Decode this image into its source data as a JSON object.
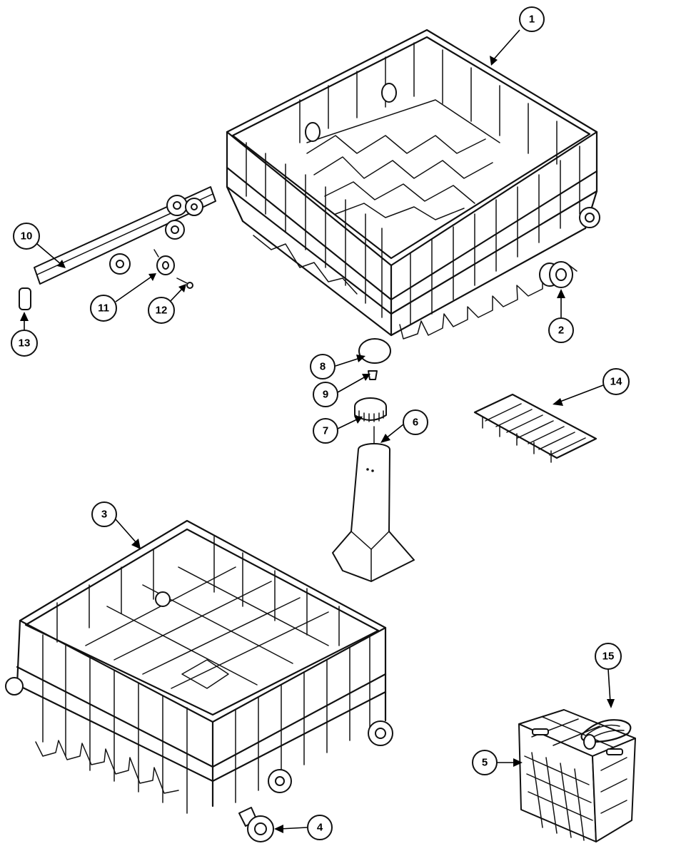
{
  "callouts": [
    {
      "id": "1",
      "label": "1"
    },
    {
      "id": "2",
      "label": "2"
    },
    {
      "id": "3",
      "label": "3"
    },
    {
      "id": "4",
      "label": "4"
    },
    {
      "id": "5",
      "label": "5"
    },
    {
      "id": "6",
      "label": "6"
    },
    {
      "id": "7",
      "label": "7"
    },
    {
      "id": "8",
      "label": "8"
    },
    {
      "id": "9",
      "label": "9"
    },
    {
      "id": "10",
      "label": "10"
    },
    {
      "id": "11",
      "label": "11"
    },
    {
      "id": "12",
      "label": "12"
    },
    {
      "id": "13",
      "label": "13"
    },
    {
      "id": "14",
      "label": "14"
    },
    {
      "id": "15",
      "label": "15"
    }
  ],
  "parts": {
    "upper_rack": "upper-dishrack",
    "lower_rack": "lower-dishrack",
    "tower": "wash-tower",
    "basket": "silverware-basket",
    "track": "rack-track",
    "shelf": "cup-shelf"
  }
}
